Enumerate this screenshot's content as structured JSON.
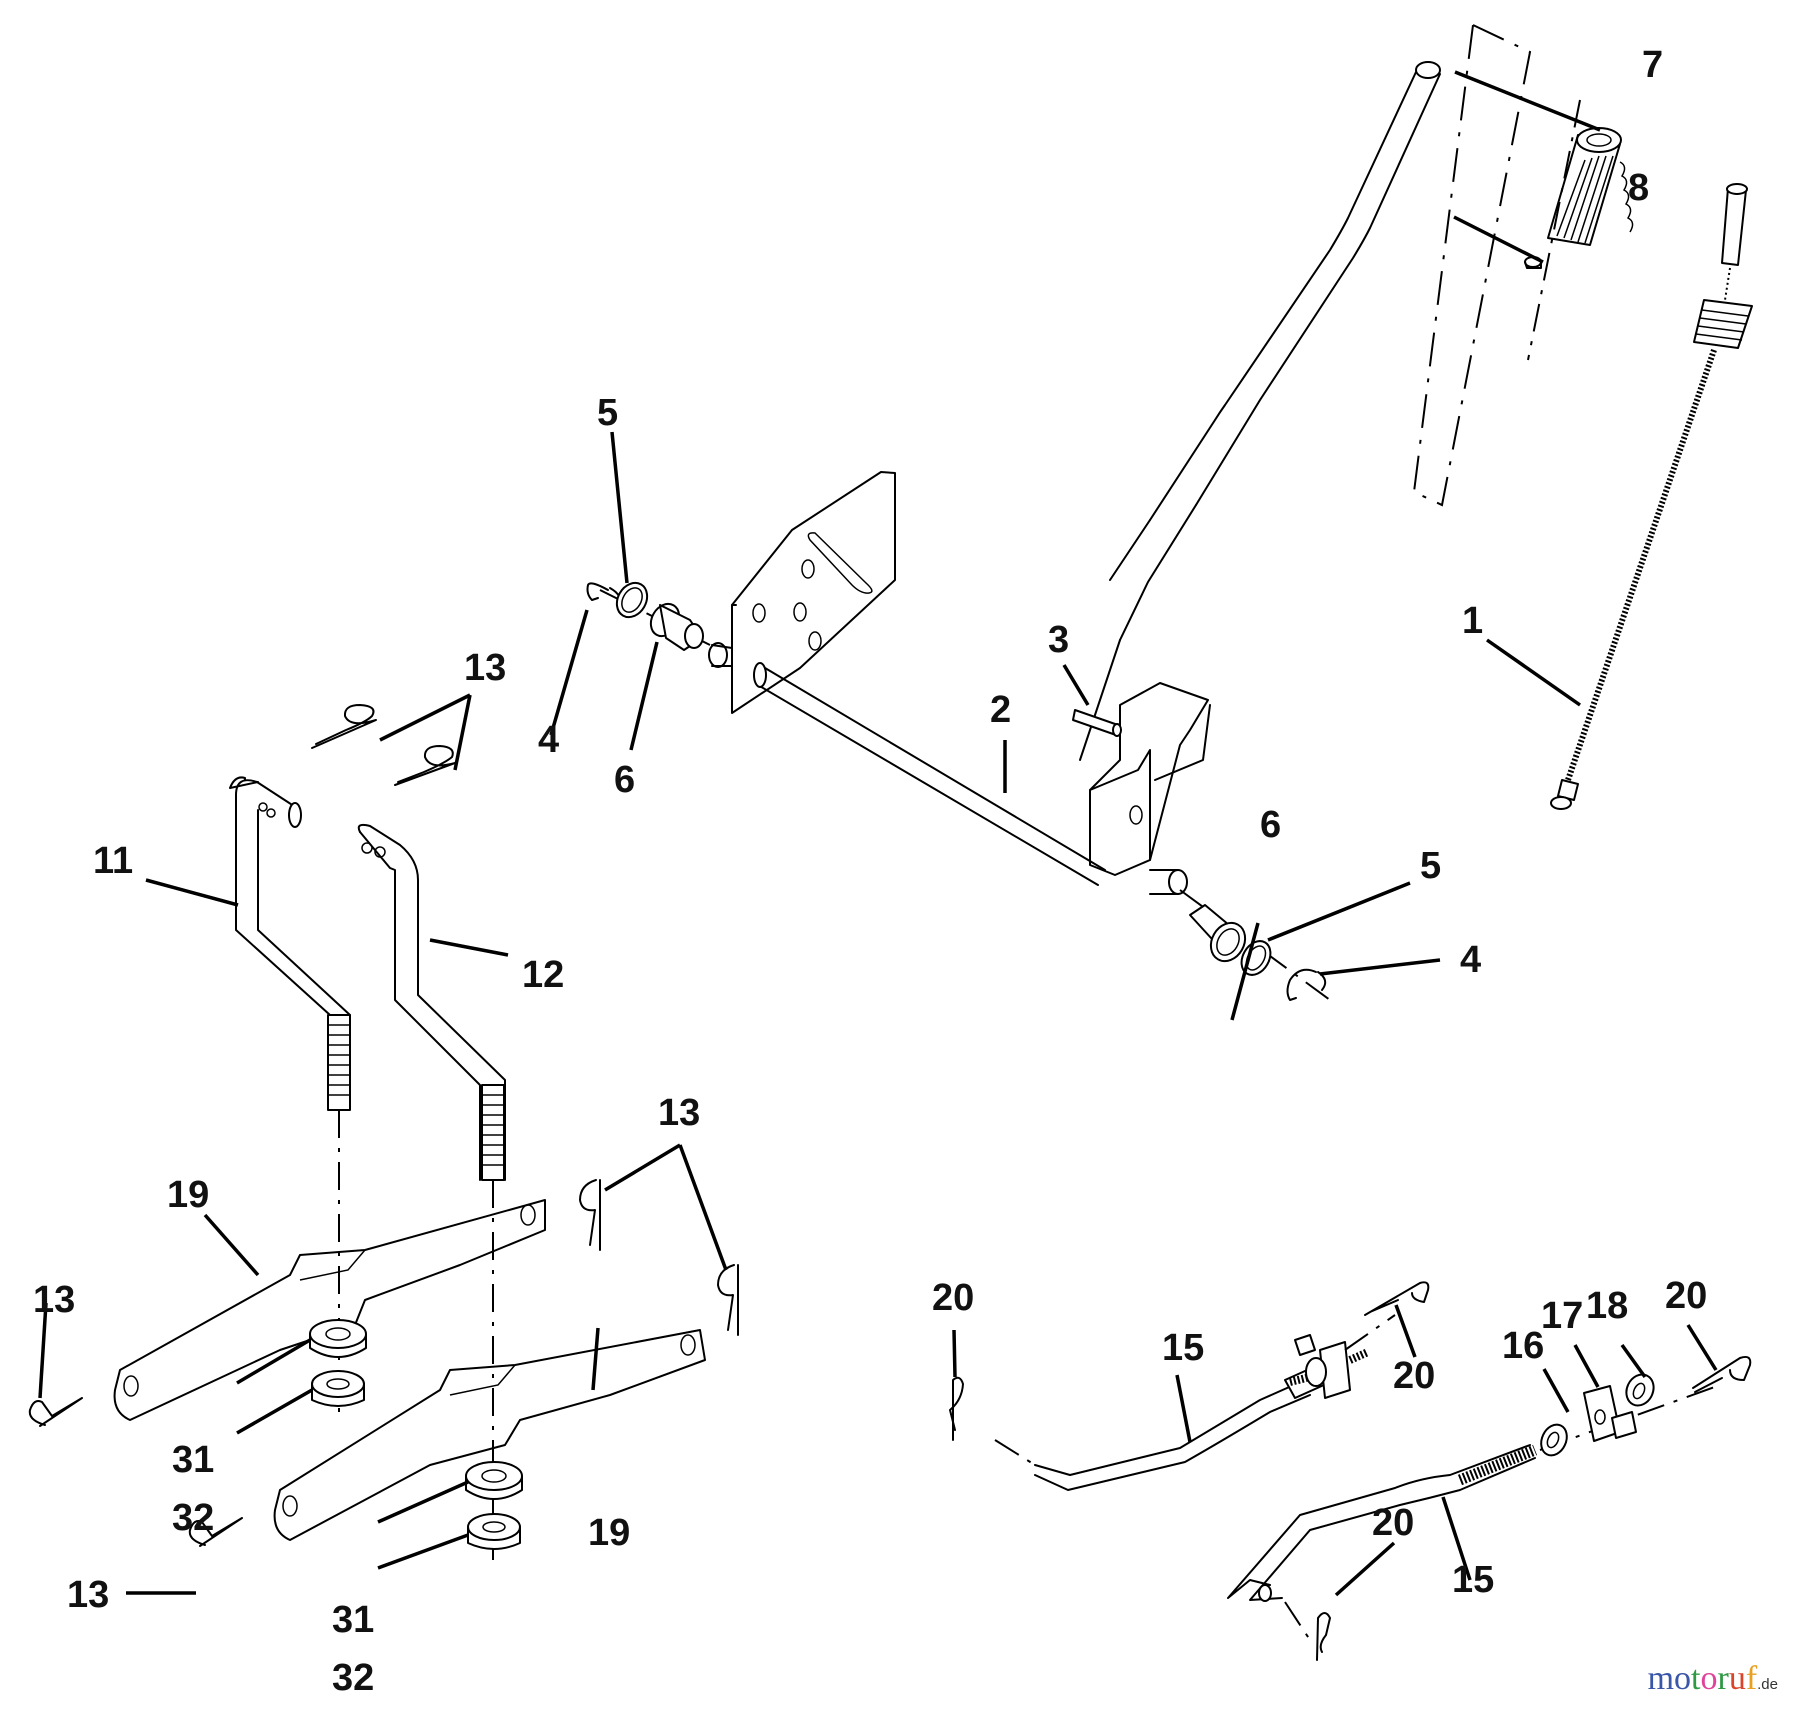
{
  "diagram": {
    "title": "Mower lift linkage exploded parts diagram",
    "callouts": {
      "c1": "1",
      "c2": "2",
      "c3": "3",
      "c4a": "4",
      "c4b": "4",
      "c5a": "5",
      "c5b": "5",
      "c6a": "6",
      "c6b": "6",
      "c7": "7",
      "c8": "8",
      "c11": "11",
      "c12": "12",
      "c13a": "13",
      "c13b": "13",
      "c13c": "13",
      "c13d": "13",
      "c15a": "15",
      "c15b": "15",
      "c16": "16",
      "c17": "17",
      "c18": "18",
      "c19a": "19",
      "c19b": "19",
      "c20a": "20",
      "c20b": "20",
      "c20c": "20",
      "c20d": "20",
      "c31a": "31",
      "c31b": "31",
      "c32a": "32",
      "c32b": "32"
    },
    "parts": [
      {
        "number": "1",
        "name": "cable"
      },
      {
        "number": "2",
        "name": "lift shaft"
      },
      {
        "number": "3",
        "name": "roll pin"
      },
      {
        "number": "4",
        "name": "e-ring"
      },
      {
        "number": "5",
        "name": "washer"
      },
      {
        "number": "6",
        "name": "bushing"
      },
      {
        "number": "7",
        "name": "grip"
      },
      {
        "number": "8",
        "name": "cap"
      },
      {
        "number": "11",
        "name": "lift link left"
      },
      {
        "number": "12",
        "name": "lift link right"
      },
      {
        "number": "13",
        "name": "hairpin clip"
      },
      {
        "number": "15",
        "name": "adjustment rod"
      },
      {
        "number": "16",
        "name": "nut"
      },
      {
        "number": "17",
        "name": "trunnion"
      },
      {
        "number": "18",
        "name": "lock nut"
      },
      {
        "number": "19",
        "name": "lift arm"
      },
      {
        "number": "20",
        "name": "hairpin clip"
      },
      {
        "number": "31",
        "name": "spacer"
      },
      {
        "number": "32",
        "name": "hex nut"
      }
    ]
  },
  "watermark": {
    "letters": [
      "m",
      "o",
      "t",
      "o",
      "r",
      "u",
      "f"
    ],
    "colors": [
      "#3a56a8",
      "#3a56a8",
      "#2e9a44",
      "#e0449a",
      "#2e9a44",
      "#d9442a",
      "#e8a020"
    ],
    "suffix": ".de"
  }
}
